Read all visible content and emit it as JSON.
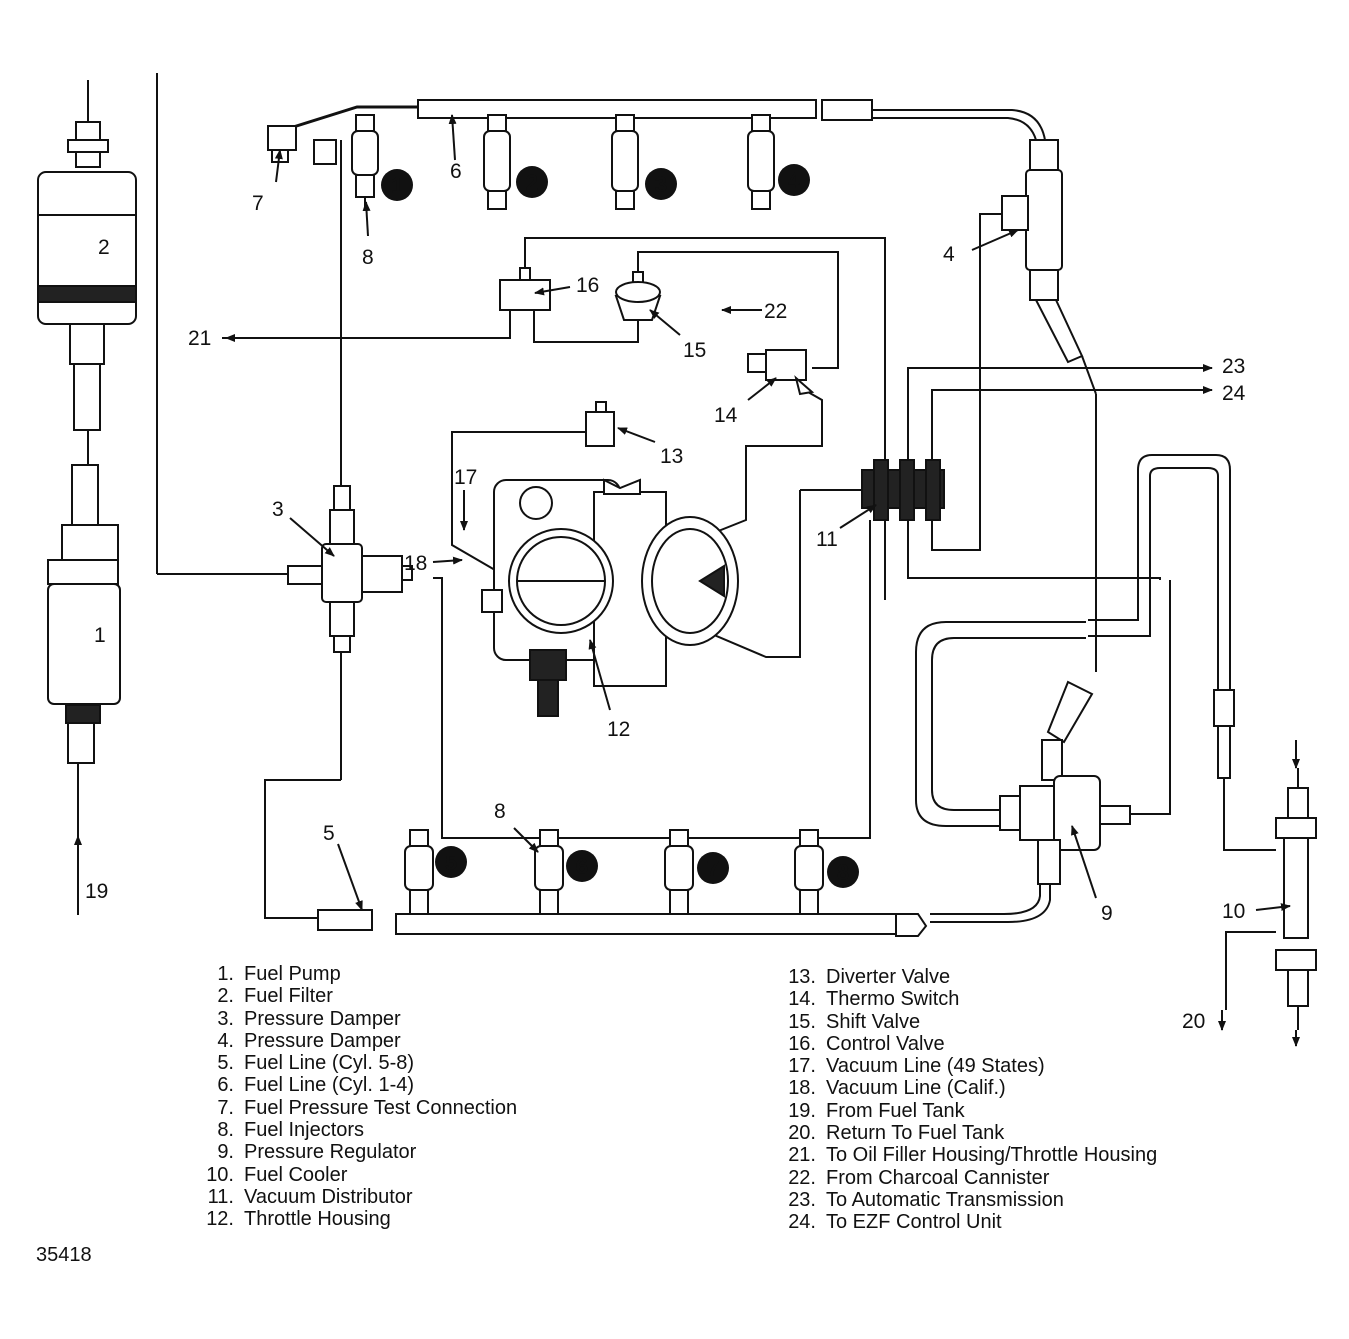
{
  "callouts": {
    "c1": "1",
    "c2": "2",
    "c3": "3",
    "c4": "4",
    "c5": "5",
    "c6": "6",
    "c7": "7",
    "c8a": "8",
    "c8b": "8",
    "c9": "9",
    "c10": "10",
    "c11": "11",
    "c12": "12",
    "c13": "13",
    "c14": "14",
    "c15": "15",
    "c16": "16",
    "c17": "17",
    "c18": "18",
    "c19": "19",
    "c20": "20",
    "c21": "21",
    "c22": "22",
    "c23": "23",
    "c24": "24"
  },
  "cylinders": [
    "1",
    "2",
    "3",
    "4",
    "5",
    "6",
    "7",
    "8"
  ],
  "legend_left": [
    {
      "num": "1.",
      "text": "Fuel Pump"
    },
    {
      "num": "2.",
      "text": "Fuel Filter"
    },
    {
      "num": "3.",
      "text": "Pressure Damper"
    },
    {
      "num": "4.",
      "text": "Pressure Damper"
    },
    {
      "num": "5.",
      "text": "Fuel Line (Cyl. 5-8)"
    },
    {
      "num": "6.",
      "text": "Fuel Line (Cyl. 1-4)"
    },
    {
      "num": "7.",
      "text": "Fuel Pressure Test Connection"
    },
    {
      "num": "8.",
      "text": "Fuel Injectors"
    },
    {
      "num": "9.",
      "text": "Pressure Regulator"
    },
    {
      "num": "10.",
      "text": "Fuel Cooler"
    },
    {
      "num": "11.",
      "text": "Vacuum Distributor"
    },
    {
      "num": "12.",
      "text": "Throttle Housing"
    }
  ],
  "legend_right": [
    {
      "num": "13.",
      "text": "Diverter Valve"
    },
    {
      "num": "14.",
      "text": "Thermo Switch"
    },
    {
      "num": "15.",
      "text": "Shift Valve"
    },
    {
      "num": "16.",
      "text": "Control Valve"
    },
    {
      "num": "17.",
      "text": "Vacuum Line (49 States)"
    },
    {
      "num": "18.",
      "text": "Vacuum Line (Calif.)"
    },
    {
      "num": "19.",
      "text": "From Fuel Tank"
    },
    {
      "num": "20.",
      "text": "Return To Fuel Tank"
    },
    {
      "num": "21.",
      "text": "To Oil Filler Housing/Throttle Housing"
    },
    {
      "num": "22.",
      "text": "From Charcoal Cannister"
    },
    {
      "num": "23.",
      "text": "To Automatic Transmission"
    },
    {
      "num": "24.",
      "text": "To EZF Control Unit"
    }
  ],
  "figure_id": "35418"
}
